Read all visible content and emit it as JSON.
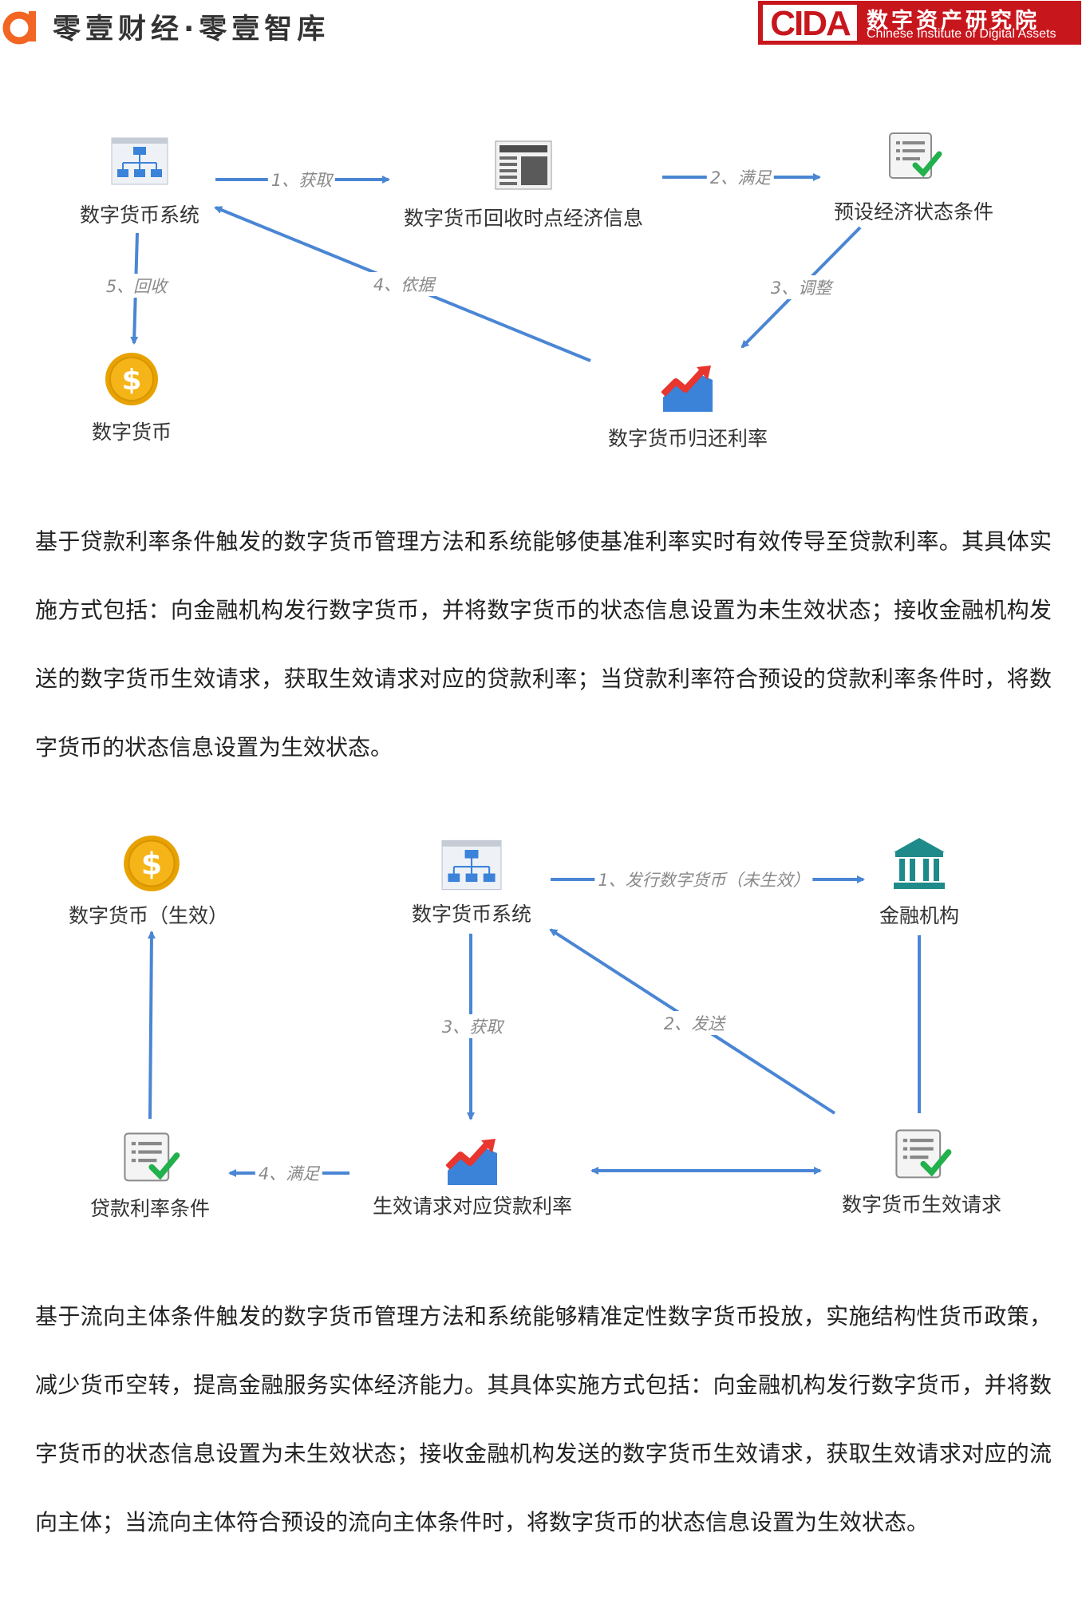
{
  "header": {
    "brand_text": "零壹财经·零壹智库",
    "cida_letters": "CIDA",
    "cida_cn": "数字资产研究院",
    "cida_en": "Chinese Institute of Digital Assets"
  },
  "diagram1": {
    "nodes": {
      "system": "数字货币系统",
      "recall_info": "数字货币回收时点经济信息",
      "preset_condition": "预设经济状态条件",
      "currency": "数字货币",
      "return_rate": "数字货币归还利率"
    },
    "edges": {
      "e1": "1、获取",
      "e2": "2、满足",
      "e3": "3、调整",
      "e4": "4、依据",
      "e5": "5、回收"
    }
  },
  "paragraph1": "基于贷款利率条件触发的数字货币管理方法和系统能够使基准利率实时有效传导至贷款利率。其具体实施方式包括：向金融机构发行数字货币，并将数字货币的状态信息设置为未生效状态；接收金融机构发送的数字货币生效请求，获取生效请求对应的贷款利率；当贷款利率符合预设的贷款利率条件时，将数字货币的状态信息设置为生效状态。",
  "diagram2": {
    "nodes": {
      "currency_active": "数字货币（生效）",
      "system": "数字货币系统",
      "institution": "金融机构",
      "loan_condition": "贷款利率条件",
      "loan_rate": "生效请求对应贷款利率",
      "activation_request": "数字货币生效请求"
    },
    "edges": {
      "e1": "1、发行数字货币（未生效）",
      "e2": "2、发送",
      "e3": "3、获取",
      "e4": "4、满足"
    }
  },
  "paragraph2": "基于流向主体条件触发的数字货币管理方法和系统能够精准定性数字货币投放，实施结构性货币政策，减少货币空转，提高金融服务实体经济能力。其具体实施方式包括：向金融机构发行数字货币，并将数字货币的状态信息设置为未生效状态；接收金融机构发送的数字货币生效请求，获取生效请求对应的流向主体；当流向主体符合预设的流向主体条件时，将数字货币的状态信息设置为生效状态。",
  "colors": {
    "arrow": "#4a86d4",
    "brand_orange": "#f26522",
    "cida_red": "#c8161d",
    "coin_gold": "#f5b417"
  }
}
